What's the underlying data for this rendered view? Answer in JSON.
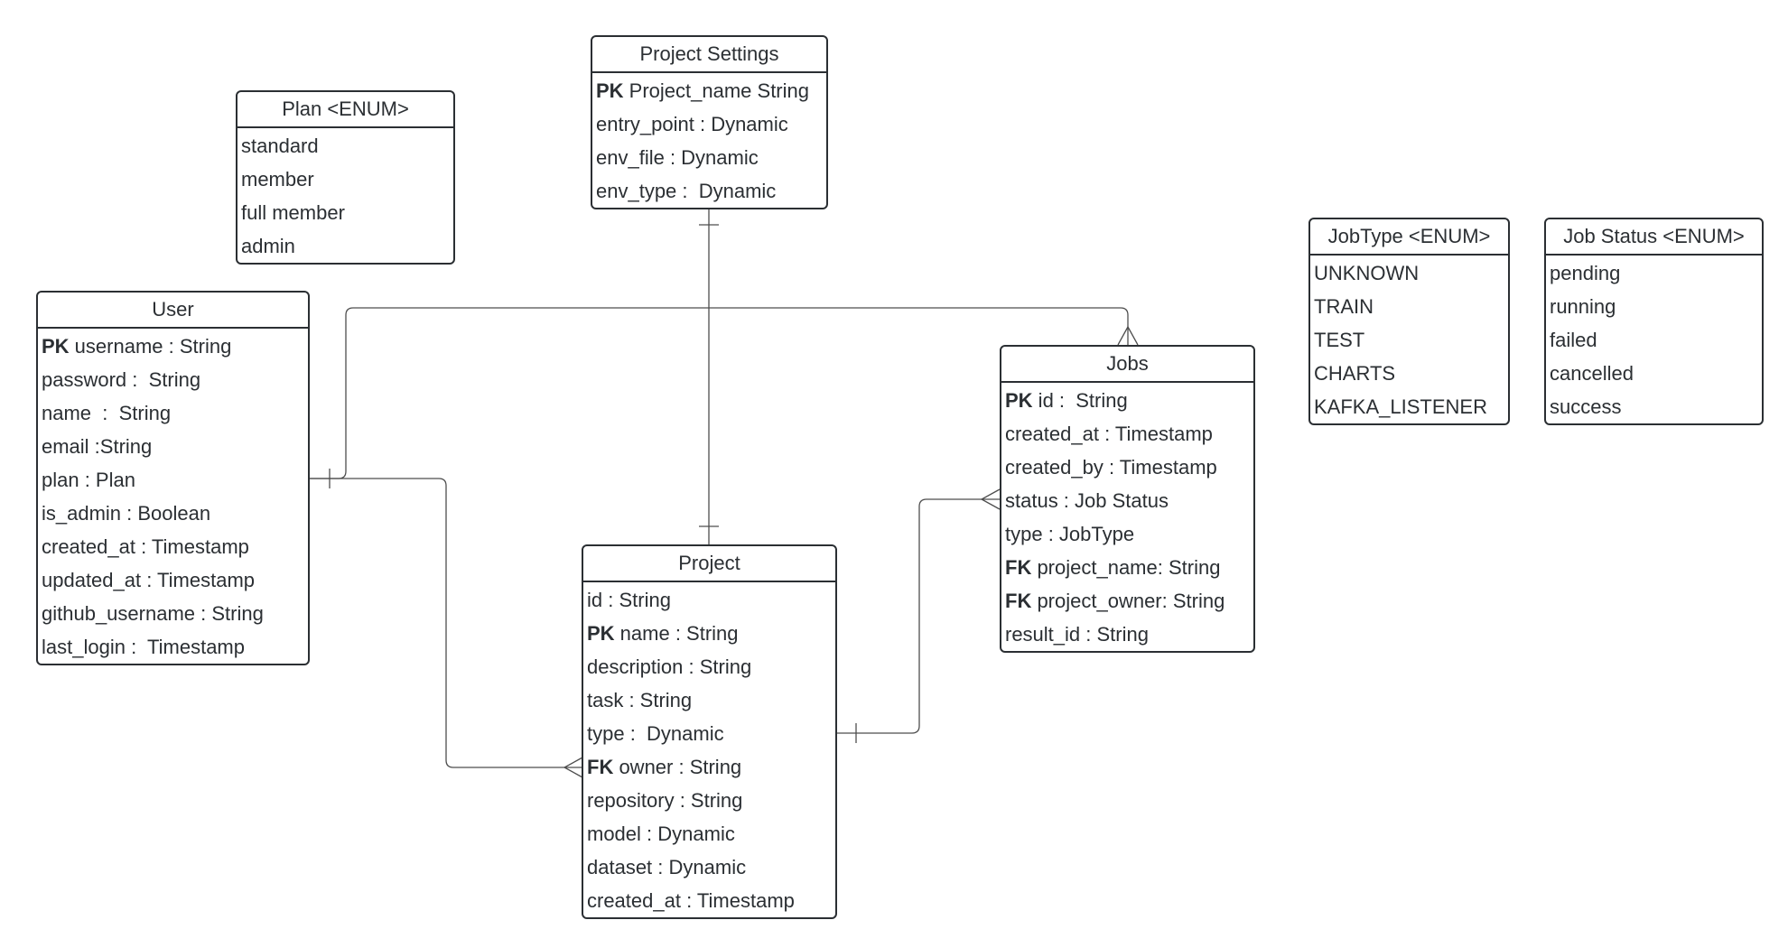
{
  "colors": {
    "border": "#2b2f33",
    "line": "#4d4d4d",
    "background": "#ffffff"
  },
  "entities": {
    "plan_enum": {
      "title": "Plan <ENUM>",
      "rows": [
        {
          "key": "",
          "text": "standard"
        },
        {
          "key": "",
          "text": "member"
        },
        {
          "key": "",
          "text": "full member"
        },
        {
          "key": "",
          "text": "admin"
        }
      ]
    },
    "project_settings": {
      "title": "Project Settings",
      "rows": [
        {
          "key": "PK",
          "text": " Project_name String"
        },
        {
          "key": "",
          "text": "entry_point : Dynamic"
        },
        {
          "key": "",
          "text": "env_file : Dynamic"
        },
        {
          "key": "",
          "text": "env_type :  Dynamic"
        }
      ]
    },
    "user": {
      "title": "User",
      "rows": [
        {
          "key": "PK",
          "text": " username : String"
        },
        {
          "key": "",
          "text": "password :  String"
        },
        {
          "key": "",
          "text": "name  :  String"
        },
        {
          "key": "",
          "text": "email :String"
        },
        {
          "key": "",
          "text": "plan : Plan"
        },
        {
          "key": "",
          "text": "is_admin : Boolean"
        },
        {
          "key": "",
          "text": "created_at : Timestamp"
        },
        {
          "key": "",
          "text": "updated_at : Timestamp"
        },
        {
          "key": "",
          "text": "github_username : String"
        },
        {
          "key": "",
          "text": "last_login :  Timestamp"
        }
      ]
    },
    "jobs": {
      "title": "Jobs",
      "rows": [
        {
          "key": "PK",
          "text": " id :  String"
        },
        {
          "key": "",
          "text": "created_at : Timestamp"
        },
        {
          "key": "",
          "text": "created_by : Timestamp"
        },
        {
          "key": "",
          "text": "status : Job Status"
        },
        {
          "key": "",
          "text": "type : JobType"
        },
        {
          "key": "FK",
          "text": " project_name: String"
        },
        {
          "key": "FK",
          "text": " project_owner: String"
        },
        {
          "key": "",
          "text": "result_id : String"
        }
      ]
    },
    "project": {
      "title": "Project",
      "rows": [
        {
          "key": "",
          "text": "id : String"
        },
        {
          "key": "PK",
          "text": " name : String"
        },
        {
          "key": "",
          "text": "description : String"
        },
        {
          "key": "",
          "text": "task : String"
        },
        {
          "key": "",
          "text": "type :  Dynamic"
        },
        {
          "key": "FK",
          "text": " owner : String"
        },
        {
          "key": "",
          "text": "repository : String"
        },
        {
          "key": "",
          "text": "model : Dynamic"
        },
        {
          "key": "",
          "text": "dataset : Dynamic"
        },
        {
          "key": "",
          "text": "created_at : Timestamp"
        }
      ]
    },
    "jobtype_enum": {
      "title": "JobType <ENUM>",
      "rows": [
        {
          "key": "",
          "text": "UNKNOWN"
        },
        {
          "key": "",
          "text": "TRAIN"
        },
        {
          "key": "",
          "text": "TEST"
        },
        {
          "key": "",
          "text": "CHARTS"
        },
        {
          "key": "",
          "text": "KAFKA_LISTENER"
        }
      ]
    },
    "jobstatus_enum": {
      "title": "Job Status <ENUM>",
      "rows": [
        {
          "key": "",
          "text": "pending"
        },
        {
          "key": "",
          "text": "running"
        },
        {
          "key": "",
          "text": "failed"
        },
        {
          "key": "",
          "text": "cancelled"
        },
        {
          "key": "",
          "text": "success"
        }
      ]
    }
  }
}
